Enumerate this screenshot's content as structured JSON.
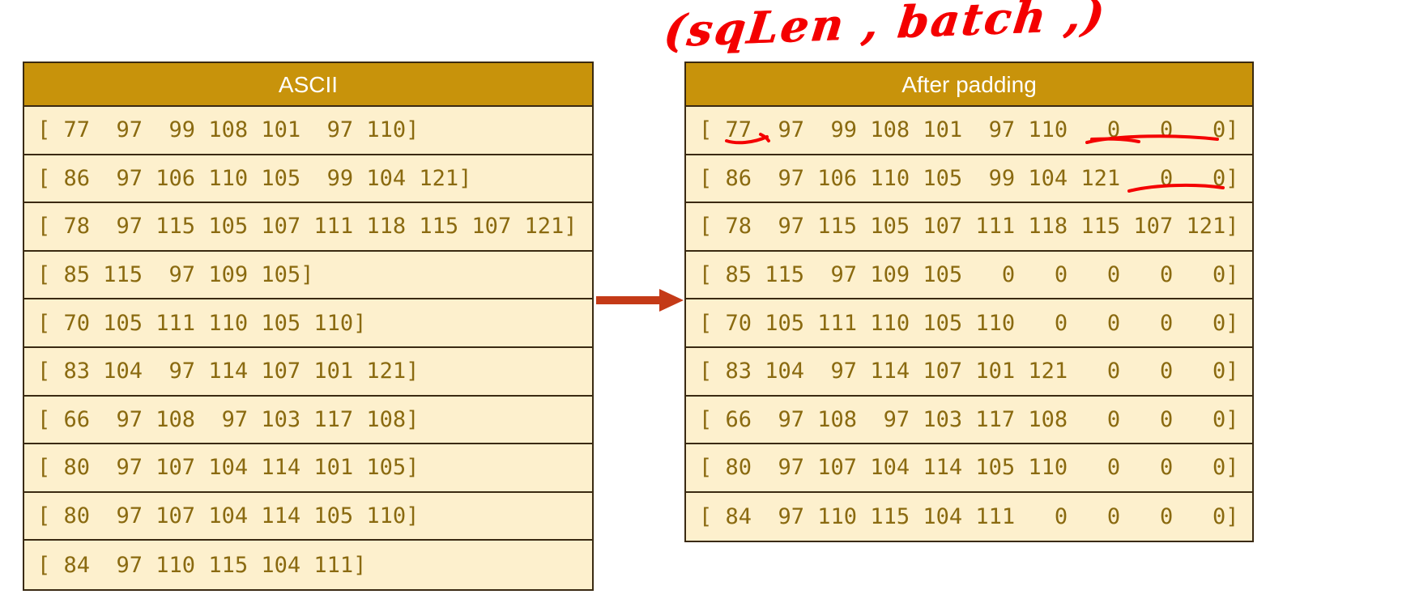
{
  "annotation": {
    "handwritten_note": "(sqLen , batch ,)",
    "ink_color": "#f40000"
  },
  "colors": {
    "header_bg": "#c8930b",
    "header_text": "#ffffff",
    "cell_bg": "#fdf0cd",
    "cell_text": "#8a6a10",
    "border": "#3a2a12",
    "arrow": "#c43a17",
    "ink": "#f40000"
  },
  "tables": [
    {
      "id": "ascii",
      "title": "ASCII",
      "rows": [
        "[ 77  97  99 108 101  97 110]",
        "[ 86  97 106 110 105  99 104 121]",
        "[ 78  97 115 105 107 111 118 115 107 121]",
        "[ 85 115  97 109 105]",
        "[ 70 105 111 110 105 110]",
        "[ 83 104  97 114 107 101 121]",
        "[ 66  97 108  97 103 117 108]",
        "[ 80  97 107 104 114 101 105]",
        "[ 80  97 107 104 114 105 110]",
        "[ 84  97 110 115 104 111]"
      ]
    },
    {
      "id": "padded",
      "title": "After padding",
      "rows": [
        "[ 77  97  99 108 101  97 110   0   0   0]",
        "[ 86  97 106 110 105  99 104 121   0   0]",
        "[ 78  97 115 105 107 111 118 115 107 121]",
        "[ 85 115  97 109 105   0   0   0   0   0]",
        "[ 70 105 111 110 105 110   0   0   0   0]",
        "[ 83 104  97 114 107 101 121   0   0   0]",
        "[ 66  97 108  97 103 117 108   0   0   0]",
        "[ 80  97 107 104 114 105 110   0   0   0]",
        "[ 84  97 110 115 104 111   0   0   0   0]"
      ]
    }
  ],
  "ink_marks": [
    {
      "name": "underline-first-token",
      "note": "underline beneath 77 in padded row 1"
    },
    {
      "name": "underline-padding-row1",
      "note": "underline beneath padding zeros in padded row 1"
    },
    {
      "name": "underline-padding-row2",
      "note": "underline beneath padding zeros in padded row 2"
    }
  ]
}
